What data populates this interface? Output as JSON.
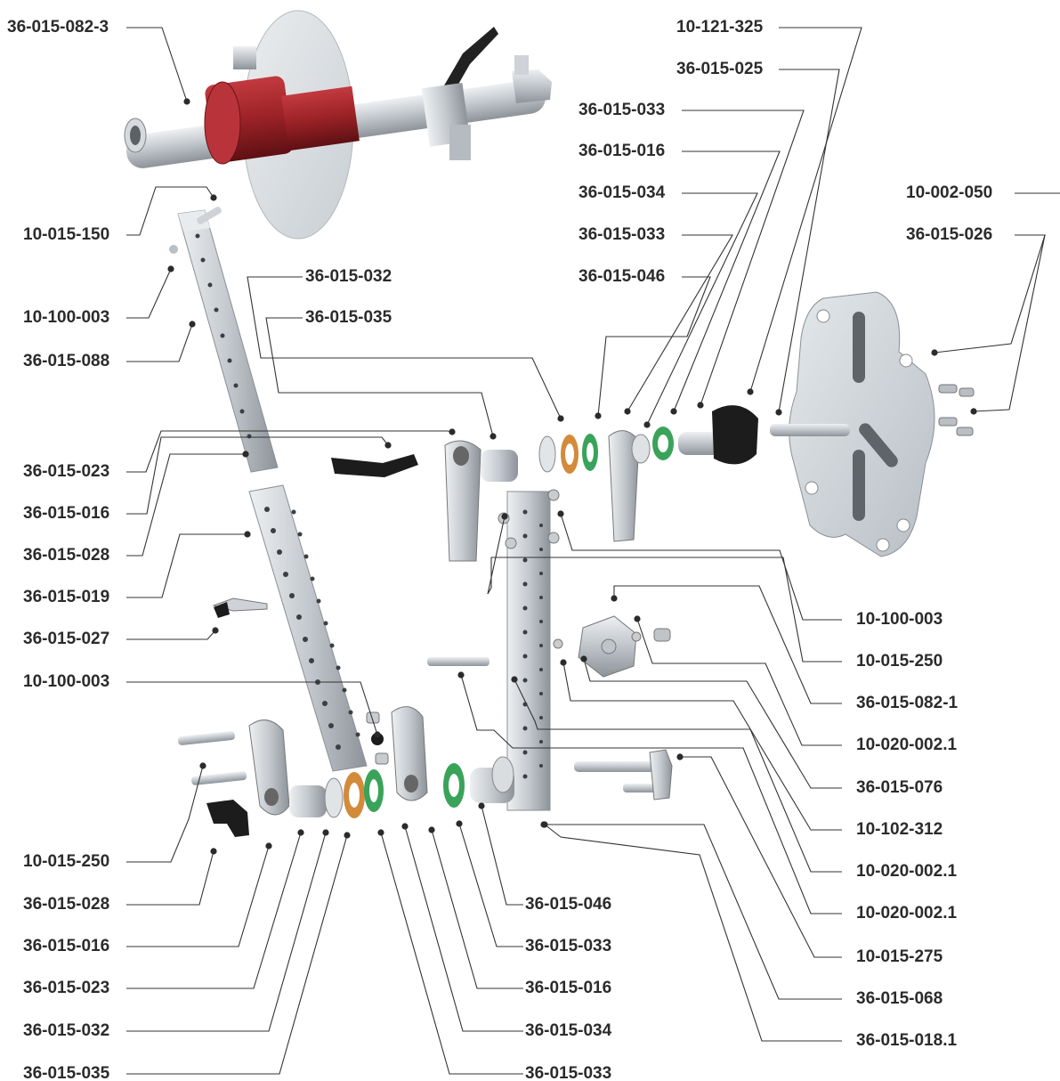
{
  "diagram": {
    "colors": {
      "leader": "#333333",
      "text": "#2b2b2b",
      "steel": "#c9cdd1",
      "steel_dark": "#8e949a",
      "red_hub": "#9b2226",
      "black_part": "#1f1f1f",
      "green_ring": "#3aa35a",
      "orange_ring": "#d38b3a",
      "disc": "#cdd3d8"
    },
    "labels": {
      "l_36_015_082_3": "36-015-082-3",
      "l_10_121_325": "10-121-325",
      "l_36_015_025": "36-015-025",
      "l_36_015_033_a": "36-015-033",
      "l_36_015_016_a": "36-015-016",
      "l_36_015_034_a": "36-015-034",
      "l_36_015_033_b": "36-015-033",
      "l_36_015_046_a": "36-015-046",
      "l_10_002_050": "10-002-050",
      "l_36_015_026": "36-015-026",
      "l_10_015_150": "10-015-150",
      "l_36_015_032_a": "36-015-032",
      "l_36_015_035_a": "36-015-035",
      "l_10_100_003_a": "10-100-003",
      "l_36_015_088": "36-015-088",
      "l_36_015_023_a": "36-015-023",
      "l_36_015_016_b": "36-015-016",
      "l_36_015_028_a": "36-015-028",
      "l_36_015_019": "36-015-019",
      "l_36_015_027": "36-015-027",
      "l_10_100_003_b": "10-100-003",
      "l_10_015_250_a": "10-015-250",
      "l_36_015_028_b": "36-015-028",
      "l_36_015_016_c": "36-015-016",
      "l_36_015_023_b": "36-015-023",
      "l_36_015_032_b": "36-015-032",
      "l_36_015_035_b": "36-015-035",
      "l_10_100_003_c": "10-100-003",
      "l_10_015_250_b": "10-015-250",
      "l_36_015_082_1": "36-015-082-1",
      "l_10_020_002_1_a": "10-020-002.1",
      "l_36_015_076": "36-015-076",
      "l_10_102_312": "10-102-312",
      "l_10_020_002_1_b": "10-020-002.1",
      "l_10_020_002_1_c": "10-020-002.1",
      "l_10_015_275": "10-015-275",
      "l_36_015_068": "36-015-068",
      "l_36_015_018_1": "36-015-018.1",
      "l_36_015_046_b": "36-015-046",
      "l_36_015_033_c": "36-015-033",
      "l_36_015_016_d": "36-015-016",
      "l_36_015_034_b": "36-015-034",
      "l_36_015_033_d": "36-015-033"
    }
  }
}
